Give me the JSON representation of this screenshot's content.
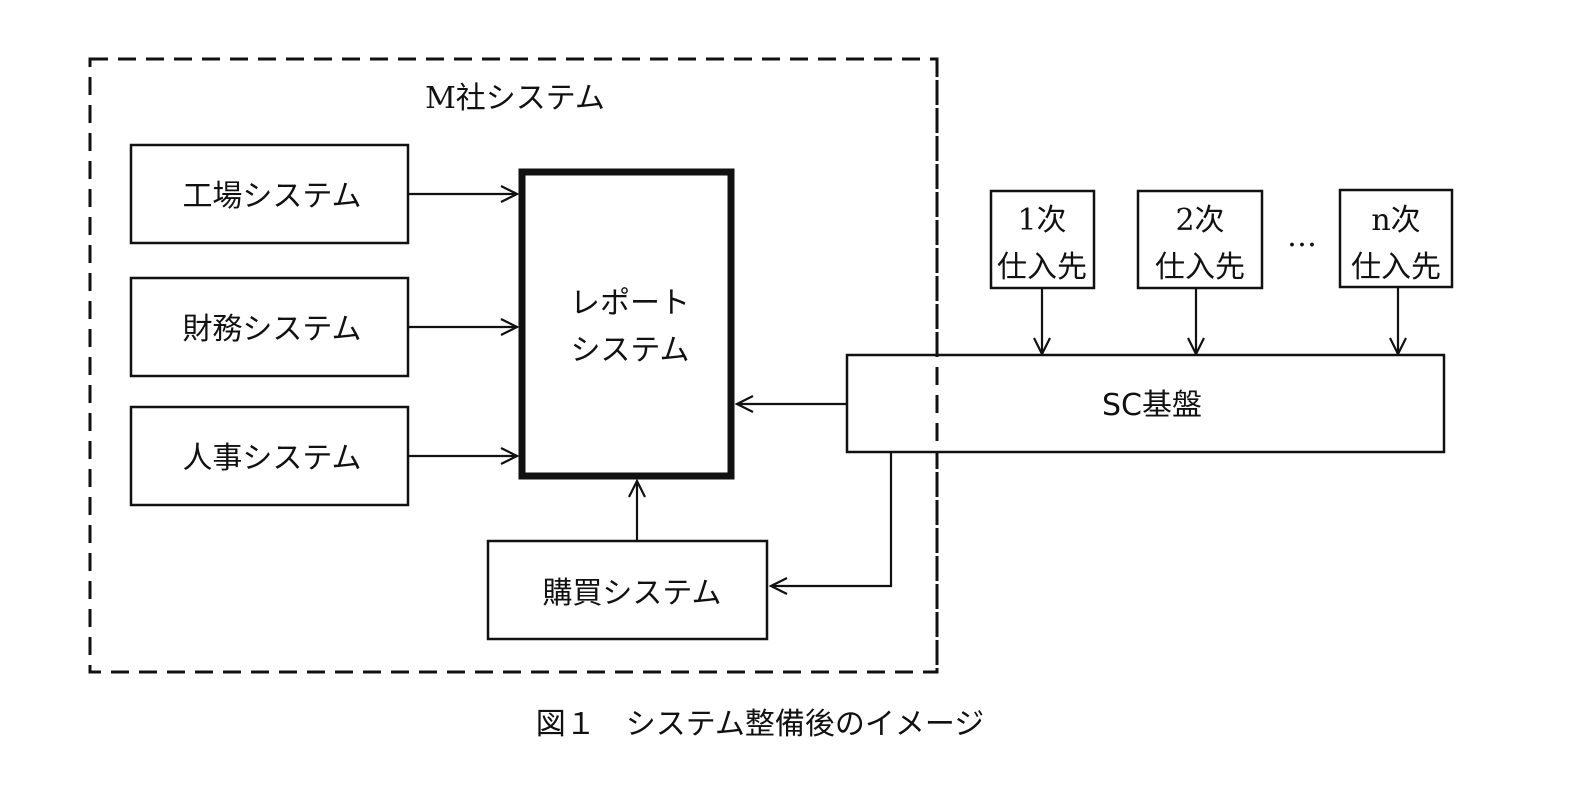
{
  "diagram": {
    "boundary": {
      "label": "M社システム"
    },
    "internal_systems": [
      {
        "id": "factory",
        "label": "工場システム"
      },
      {
        "id": "finance",
        "label": "財務システム"
      },
      {
        "id": "hr",
        "label": "人事システム"
      }
    ],
    "report_system": {
      "line1": "レポート",
      "line2": "システム"
    },
    "purchasing_system": {
      "label": "購買システム"
    },
    "sc_platform": {
      "label": "SC基盤"
    },
    "suppliers": [
      {
        "tier": "1次",
        "label": "仕入先"
      },
      {
        "tier": "2次",
        "label": "仕入先"
      },
      {
        "tier": "n次",
        "label": "仕入先"
      }
    ],
    "ellipsis": "…",
    "edges": [
      {
        "from": "工場システム",
        "to": "レポートシステム"
      },
      {
        "from": "財務システム",
        "to": "レポートシステム"
      },
      {
        "from": "人事システム",
        "to": "レポートシステム"
      },
      {
        "from": "購買システム",
        "to": "レポートシステム"
      },
      {
        "from": "SC基盤",
        "to": "レポートシステム"
      },
      {
        "from": "SC基盤",
        "to": "購買システム"
      },
      {
        "from": "1次仕入先",
        "to": "SC基盤"
      },
      {
        "from": "2次仕入先",
        "to": "SC基盤"
      },
      {
        "from": "n次仕入先",
        "to": "SC基盤"
      }
    ]
  },
  "caption": "図１　システム整備後のイメージ"
}
